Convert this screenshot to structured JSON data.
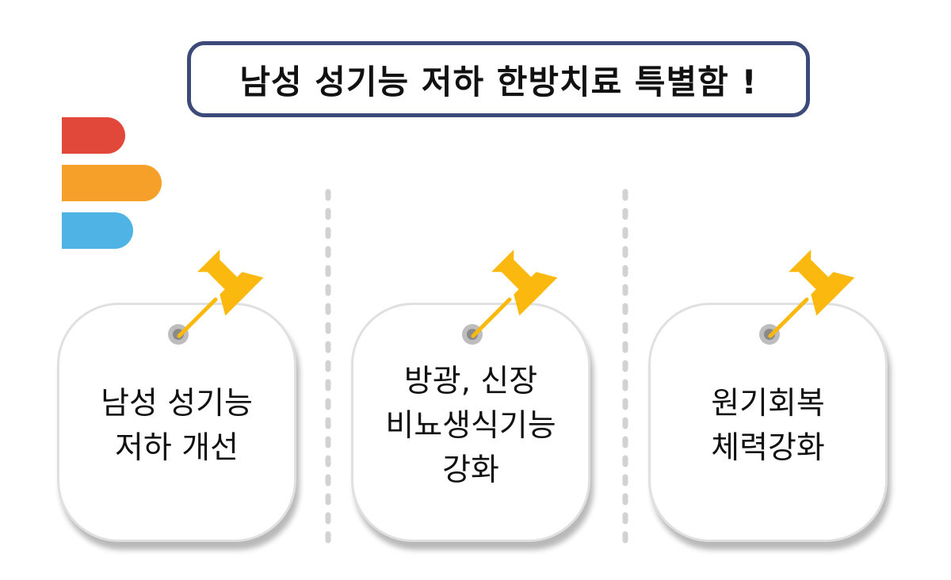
{
  "title": "남성 성기능 저하 한방치료 특별함 !",
  "colors": {
    "title_border": "#3b4a78",
    "bar_red": "#e2483a",
    "bar_orange": "#f6a02a",
    "bar_blue": "#4fb3e6",
    "pin_yellow": "#fbb910",
    "divider_gray": "#d2d2d2",
    "card_border": "#e0e0e0"
  },
  "cards": [
    {
      "lines": [
        "남성 성기능",
        "저하 개선"
      ]
    },
    {
      "lines": [
        "방광, 신장",
        "비뇨생식기능",
        "강화"
      ]
    },
    {
      "lines": [
        "원기회복",
        "체력강화"
      ]
    }
  ],
  "icons": {
    "pin": "pushpin-icon",
    "hole": "hole-icon"
  }
}
